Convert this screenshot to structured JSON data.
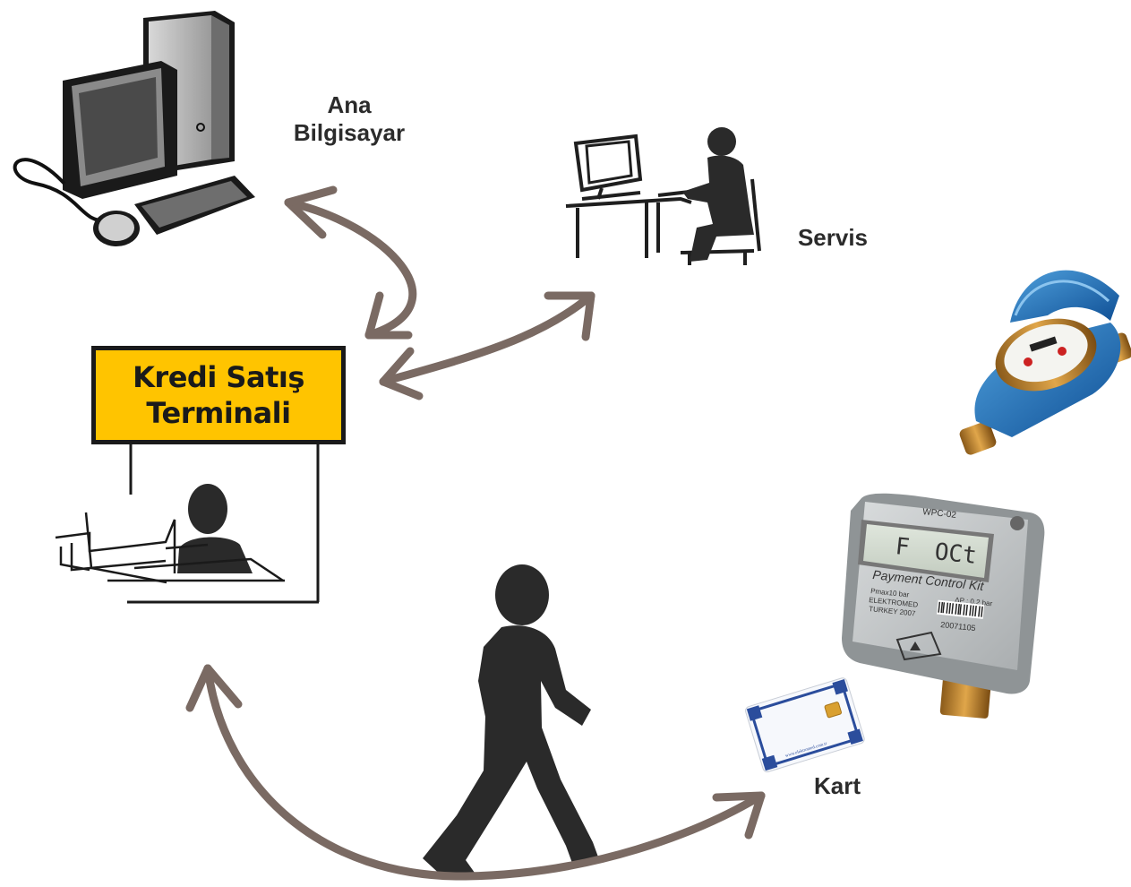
{
  "nodes": {
    "main_computer": {
      "label_line1": "Ana",
      "label_line2": "Bilgisayar"
    },
    "service": {
      "label": "Servis"
    },
    "terminal": {
      "label_line1": "Kredi Satış",
      "label_line2": "Terminali"
    },
    "card": {
      "label": "Kart",
      "url_text": "www.elektromed.com.tr"
    },
    "meter": {
      "model": "WPC-02",
      "display_left": "F",
      "display_right": "OCt",
      "title": "Payment Control Kit",
      "line1": "Pmax10 bar",
      "line1_right": "ΔP : 0,2 bar",
      "line2": "ELEKTROMED",
      "line3": "TURKEY 2007",
      "serial": "20071105"
    }
  },
  "colors": {
    "arrow": "#7a6a63",
    "sign": "#ffc400",
    "silhouette": "#2a2a2a"
  }
}
